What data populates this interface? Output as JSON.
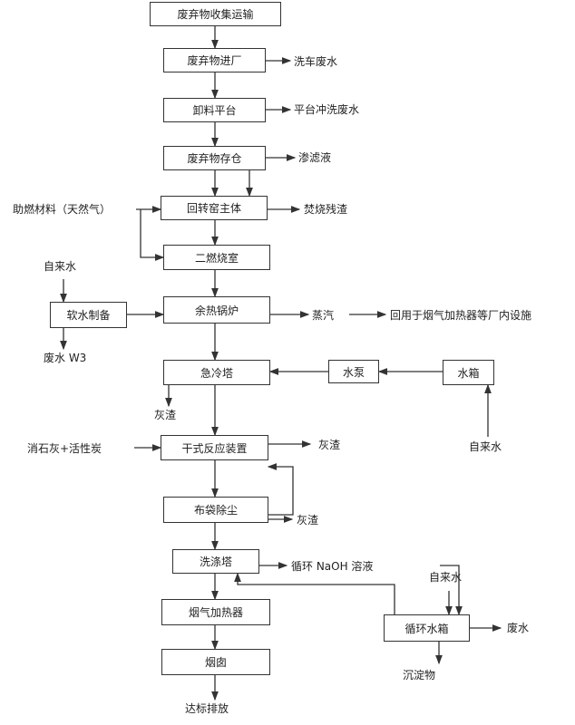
{
  "boxes": {
    "collect": "废弃物收集运输",
    "enter": "废弃物进厂",
    "unload": "卸料平台",
    "storage": "废弃物存仓",
    "kiln": "回转窑主体",
    "secondary": "二燃烧室",
    "boiler": "余热锅炉",
    "softwater": "软水制备",
    "quench": "急冷塔",
    "pump": "水泵",
    "tank": "水箱",
    "dry_reactor": "干式反应装置",
    "baghouse": "布袋除尘",
    "scrubber": "洗涤塔",
    "heater": "烟气加热器",
    "chimney": "烟囱",
    "circ_tank": "循环水箱"
  },
  "labels": {
    "car_wash": "洗车废水",
    "platform_wash": "平台冲洗废水",
    "leachate": "渗滤液",
    "residue": "焚烧残渣",
    "fuel": "助燃材料（天然气）",
    "tap1": "自来水",
    "ww_w3": "废水 W3",
    "steam": "蒸汽",
    "reuse": "回用于烟气加热器等厂内设施",
    "ash1": "灰渣",
    "tap2": "自来水",
    "lime": "消石灰+活性炭",
    "ash2": "灰渣",
    "ash3": "灰渣",
    "naoh": "循环 NaOH 溶液",
    "tap3": "自来水",
    "ww": "废水",
    "sediment": "沉淀物",
    "discharge": "达标排放"
  }
}
